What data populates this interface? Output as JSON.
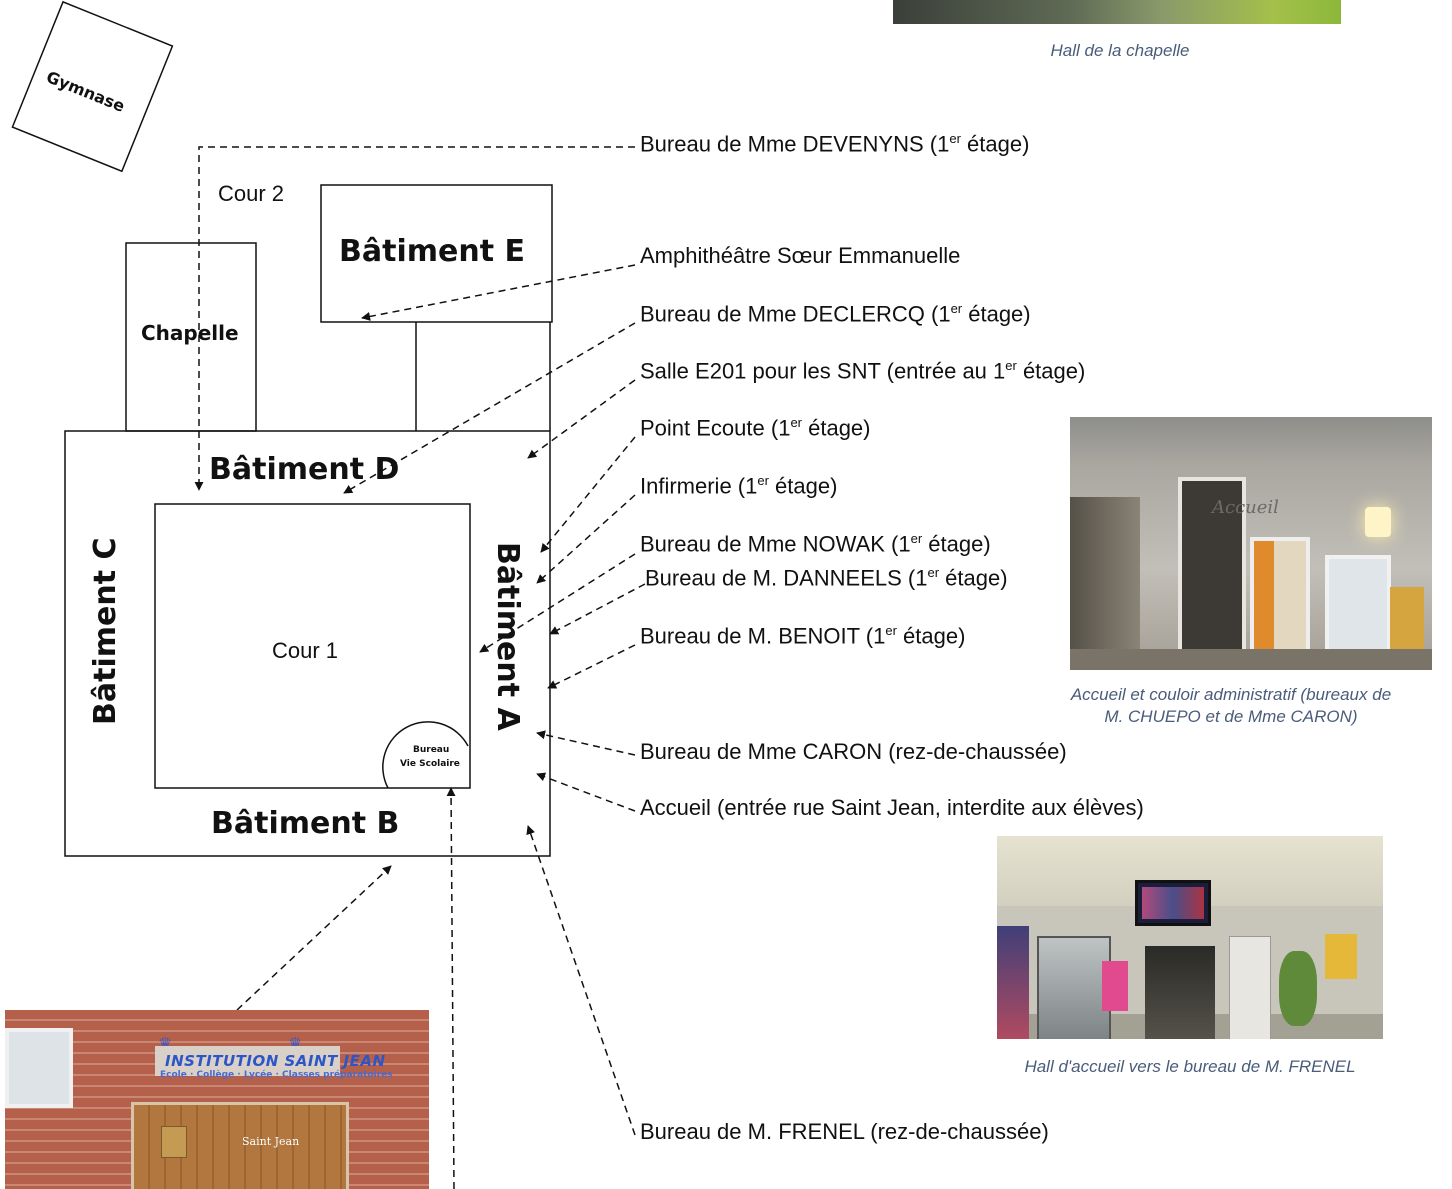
{
  "photos": {
    "hall_chapelle_caption": "Hall de la chapelle",
    "accueil_caption_line1": "Accueil et couloir administratif (bureaux de",
    "accueil_caption_line2": "M. CHUEPO et de Mme CARON)",
    "accueil_sign": "Accueil",
    "hall_caption": "Hall d'accueil vers le bureau de M. FRENEL",
    "facade_banner": "INSTITUTION SAINT JEAN",
    "facade_banner_sub": "Ecole · Collège · Lycée · Classes préparatoires",
    "facade_door_text": "Saint Jean"
  },
  "plan": {
    "gymnase": "Gymnase",
    "cour2": "Cour 2",
    "chapelle": "Chapelle",
    "batiment_e": "Bâtiment E",
    "batiment_d": "Bâtiment D",
    "batiment_c": "Bâtiment C",
    "batiment_a": "Bâtiment A",
    "batiment_b": "Bâtiment B",
    "cour1": "Cour 1",
    "vie_scolaire_line1": "Bureau",
    "vie_scolaire_line2": "Vie Scolaire"
  },
  "labels": {
    "devenyns": {
      "before": "Bureau de Mme DEVENYNS (1",
      "sup": "er",
      "after": " étage)"
    },
    "amphi": "Amphithéâtre Sœur Emmanuelle",
    "declercq": {
      "before": "Bureau de Mme DECLERCQ (1",
      "sup": "er",
      "after": " étage)"
    },
    "e201": {
      "before": "Salle E201 pour les SNT (entrée au 1",
      "sup": "er",
      "after": " étage)"
    },
    "ecoute": {
      "before": "Point Ecoute (1",
      "sup": "er",
      "after": " étage)"
    },
    "infirmerie": {
      "before": "Infirmerie (1",
      "sup": "er",
      "after": " étage)"
    },
    "nowak": {
      "before": "Bureau de Mme NOWAK (1",
      "sup": "er",
      "after": " étage)"
    },
    "danneels": {
      "before": "Bureau de M. DANNEELS (1",
      "sup": "er",
      "after": " étage)"
    },
    "benoit": {
      "before": "Bureau de M. BENOIT (1",
      "sup": "er",
      "after": " étage)"
    },
    "caron": "Bureau de Mme CARON (rez-de-chaussée)",
    "accueil": "Accueil (entrée rue Saint Jean, interdite aux élèves)",
    "frenel": "Bureau de M. FRENEL (rez-de-chaussée)"
  }
}
